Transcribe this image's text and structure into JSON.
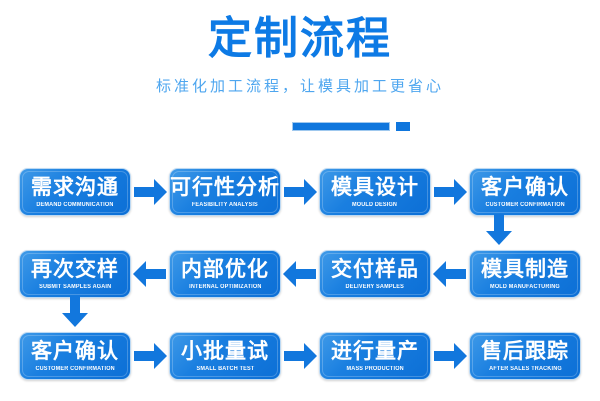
{
  "header": {
    "title": "定制流程",
    "subtitle": "标准化加工流程，让模具加工更省心",
    "accent_color": "#0d7ae5",
    "subtitle_color": "#4ea6ef",
    "divider_color": "#0f76dd"
  },
  "flow": {
    "node_color": "#1a7fe0",
    "arrow_color": "#1277dd",
    "rows": [
      {
        "direction": "right",
        "nodes": [
          {
            "cn": "需求沟通",
            "en": "DEMAND COMMUNICATION"
          },
          {
            "cn": "可行性分析",
            "en": "FEASIBILITY ANALYSIS"
          },
          {
            "cn": "模具设计",
            "en": "MOULD DESIGN"
          },
          {
            "cn": "客户确认",
            "en": "CUSTOMER CONFIRMATION"
          }
        ]
      },
      {
        "direction": "left",
        "nodes": [
          {
            "cn": "再次交样",
            "en": "SUBMIT SAMPLES AGAIN"
          },
          {
            "cn": "内部优化",
            "en": "INTERNAL OPTIMIZATION"
          },
          {
            "cn": "交付样品",
            "en": "DELIVERY SAMPLES"
          },
          {
            "cn": "模具制造",
            "en": "MOLD MANUFACTURING"
          }
        ]
      },
      {
        "direction": "right",
        "nodes": [
          {
            "cn": "客户确认",
            "en": "CUSTOMER CONFIRMATION"
          },
          {
            "cn": "小批量试",
            "en": "SMALL BATCH TEST"
          },
          {
            "cn": "进行量产",
            "en": "MASS PRODUCTION"
          },
          {
            "cn": "售后跟踪",
            "en": "AFTER SALES TRACKING"
          }
        ]
      }
    ]
  }
}
